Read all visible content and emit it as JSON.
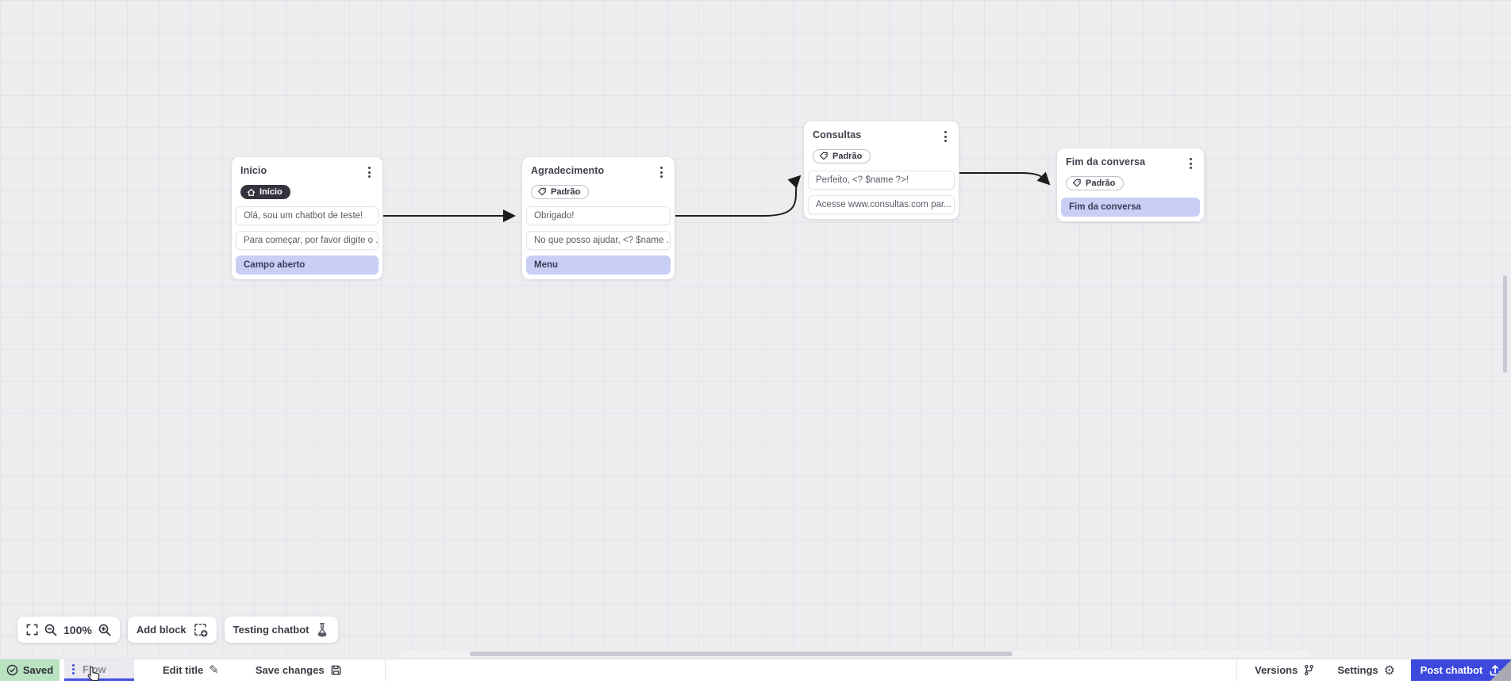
{
  "canvas": {
    "zoom_percent": "100%",
    "nodes": [
      {
        "title": "Início",
        "badge_label": "Início",
        "badge_style": "dark-home",
        "rows": [
          {
            "text": "Olá, sou um chatbot de teste!",
            "variant": "default"
          },
          {
            "text": "Para começar, por favor digite o ...",
            "variant": "default"
          },
          {
            "text": "Campo aberto",
            "variant": "highlight"
          }
        ]
      },
      {
        "title": "Agradecimento",
        "badge_label": "Padrão",
        "badge_style": "outline-tag",
        "rows": [
          {
            "text": "Obrigado!",
            "variant": "default"
          },
          {
            "text": "No que posso ajudar, <? $name ...",
            "variant": "default"
          },
          {
            "text": "Menu",
            "variant": "highlight"
          }
        ]
      },
      {
        "title": "Consultas",
        "badge_label": "Padrão",
        "badge_style": "outline-tag",
        "rows": [
          {
            "text": "Perfeito, <? $name ?>!",
            "variant": "default"
          },
          {
            "text": "Acesse www.consultas.com par...",
            "variant": "default"
          }
        ]
      },
      {
        "title": "Fim da conversa",
        "badge_label": "Padrão",
        "badge_style": "outline-tag",
        "rows": [
          {
            "text": "Fim da conversa",
            "variant": "highlight"
          }
        ]
      }
    ]
  },
  "toolbar": {
    "zoom_level": "100%",
    "add_block_label": "Add block",
    "testing_label": "Testing chatbot"
  },
  "statusbar": {
    "saved_label": "Saved",
    "flow_tab_label": "Flow",
    "edit_title_label": "Edit title",
    "save_changes_label": "Save changes",
    "versions_label": "Versions",
    "settings_label": "Settings",
    "post_button_label": "Post chatbot"
  },
  "icons": {
    "pencil": "✎",
    "gear": "⚙"
  },
  "colors": {
    "accent_blue": "#3d49dd",
    "saved_green_bg": "#b9e2c0",
    "highlight_row_bg": "#c8cef4",
    "badge_dark_bg": "#34343f",
    "connector": "#1c1c1c",
    "canvas_bg": "#ededf0"
  }
}
